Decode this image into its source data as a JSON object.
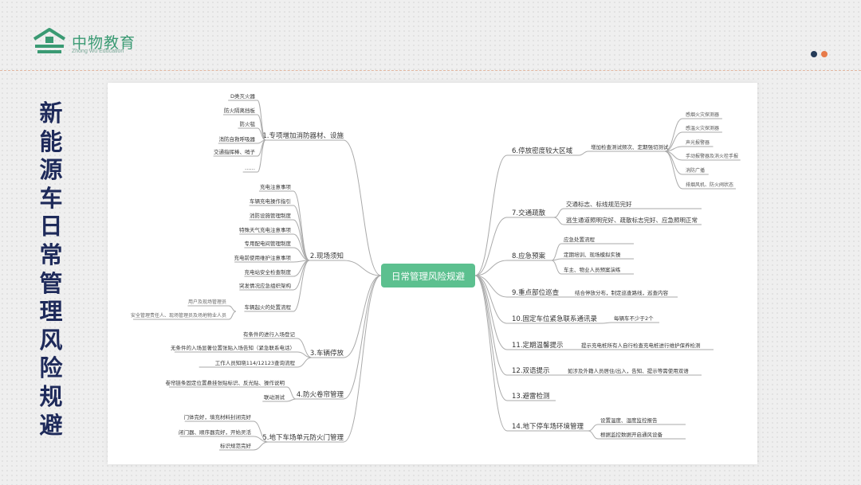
{
  "brand": {
    "name": "中物教育",
    "sub": "Zhong Wu Education",
    "colors": {
      "green": "#3a9a73",
      "navy": "#253b58",
      "orange": "#e77b4a"
    }
  },
  "side_title": [
    "新",
    "能",
    "源",
    "车",
    "日",
    "常",
    "管",
    "理",
    "风",
    "险",
    "规",
    "避"
  ],
  "mindmap": {
    "center": "日常管理风险规避",
    "left_branches": [
      {
        "label": "1.专项增加消防器材、设施",
        "children": [
          "D类灭火器",
          "防火隔离挡板",
          "防火毯",
          "消防自救呼吸器",
          "交通指挥棒、哨子",
          "……"
        ]
      },
      {
        "label": "2.现场须知",
        "children": [
          "充电注意事项",
          "车辆充电操作指引",
          "消防设施管理制度",
          "特殊天气充电注意事项",
          "专用配电间管理制度",
          "充电前使用维护注意事项",
          "充电站安全检查制度",
          "突发情况应急组织架构",
          "车辆起火的处置流程"
        ],
        "grandchildren": [
          "用户及现场管理员",
          "安全管理责任人、现场管理员及场地物业人员"
        ]
      },
      {
        "label": "3.车辆停放",
        "children": [
          "有条件的进行入场登记",
          "无条件的入场显著位置张贴入场告知（紧急联系电话）",
          "工作人员知晓114/12123查询流程"
        ]
      },
      {
        "label": "4.防火卷帘管理",
        "children": [
          "卷帘链条固定位置悬挂张贴标识、反光贴、操作说明",
          "联动测试"
        ]
      },
      {
        "label": "5.地下车场单元防火门管理",
        "children": [
          "门体完好，填充材料封闭完好",
          "闭门器、顺序器完好，开始灵活",
          "标识规范完好"
        ]
      }
    ],
    "right_branches": [
      {
        "label": "6.停放密度较大区域",
        "children": [
          "增加检查测试频次、定期强切测试"
        ],
        "grandchildren": [
          "感烟火灾探测器",
          "感温火灾探测器",
          "声光报警器",
          "手动报警器及消火栓手报",
          "消防广播",
          "排烟风机、防火阀状态"
        ]
      },
      {
        "label": "7.交通疏散",
        "children": [
          "交通标志、标线规范完好",
          "逃生通道照明完好、疏散标志完好、应急照明正常"
        ]
      },
      {
        "label": "8.应急预案",
        "children": [
          "应急处置流程",
          "定期培训、现场模拟实操",
          "车主、物业人员预案演练"
        ]
      },
      {
        "label": "9.重点部位巡查",
        "children": [
          "结合停放分布，制定巡查路线，巡查内容"
        ]
      },
      {
        "label": "10.固定车位紧急联系通讯录",
        "children": [
          "每辆车不少于2个"
        ]
      },
      {
        "label": "11.定期温馨提示",
        "children": [
          "提示充电桩所有人自行检查充电桩进行维护保养检测"
        ]
      },
      {
        "label": "12.双语提示",
        "children": [
          "如涉及外籍人员居住/出入，告知、提示等需使用双语"
        ]
      },
      {
        "label": "13.避雷检测",
        "children": []
      },
      {
        "label": "14.地下停车场环境管理",
        "children": [
          "设置温度、湿度监控报告",
          "根据监控数据开启通风设备"
        ]
      }
    ]
  }
}
